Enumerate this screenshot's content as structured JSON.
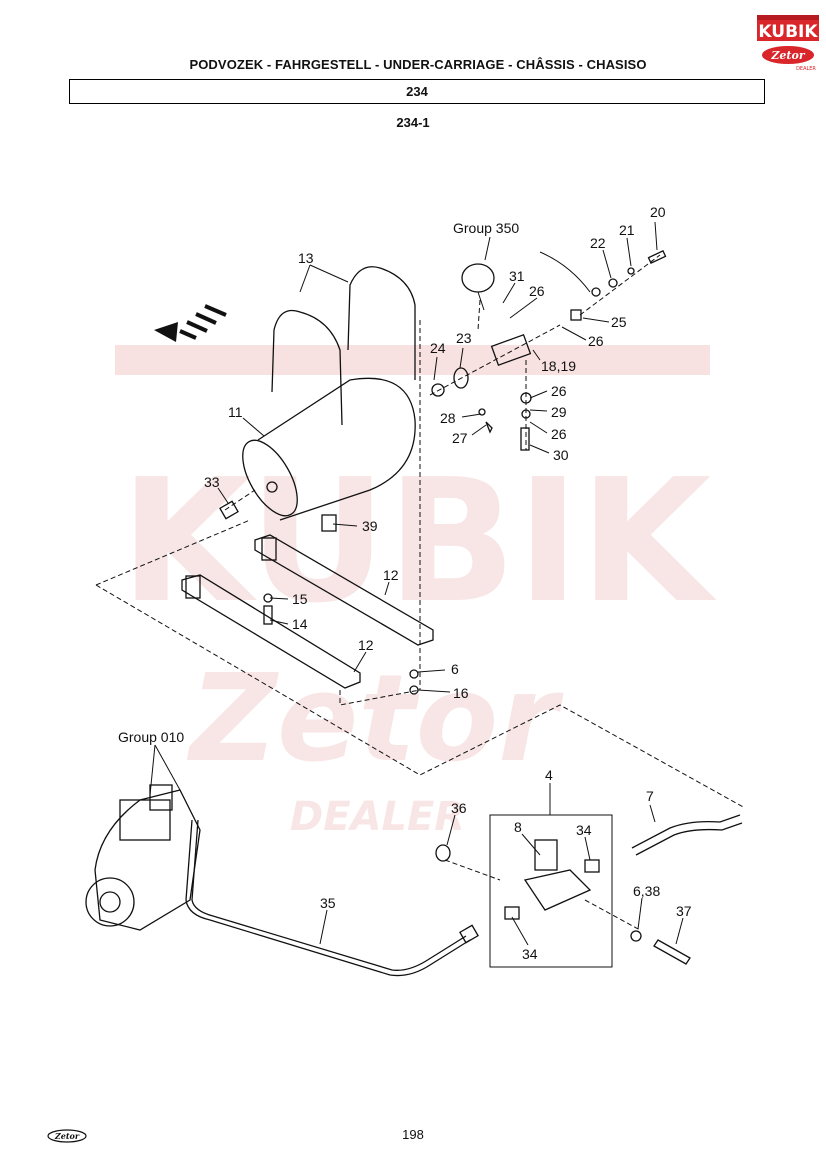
{
  "header": {
    "title": "PODVOZEK - FAHRGESTELL - UNDER-CARRIAGE - CHÂSSIS - CHASISO",
    "section": "234",
    "subsection": "234-1"
  },
  "logo": {
    "brand": "KUBIK",
    "sub": "Zetor",
    "tag": "DEALER",
    "color": "#d9262b"
  },
  "watermark": {
    "brand": "KUBIK",
    "sub": "Zetor",
    "tag": "DEALER"
  },
  "groups": {
    "g350": "Group 350",
    "g010": "Group 010"
  },
  "labels": {
    "n20": "20",
    "n21": "21",
    "n22": "22",
    "n31": "31",
    "n26a": "26",
    "n25": "25",
    "n26b": "26",
    "n13": "13",
    "n23": "23",
    "n24": "24",
    "n1819": "18,19",
    "n26c": "26",
    "n29": "29",
    "n28": "28",
    "n27": "27",
    "n26d": "26",
    "n30": "30",
    "n11": "11",
    "n33": "33",
    "n39": "39",
    "n12a": "12",
    "n15": "15",
    "n14": "14",
    "n12b": "12",
    "n6": "6",
    "n16": "16",
    "n4": "4",
    "n7": "7",
    "n36": "36",
    "n8": "8",
    "n34a": "34",
    "n638": "6,38",
    "n37": "37",
    "n35": "35",
    "n34b": "34"
  },
  "footer": {
    "page_number": "198",
    "logo": "Zetor"
  }
}
